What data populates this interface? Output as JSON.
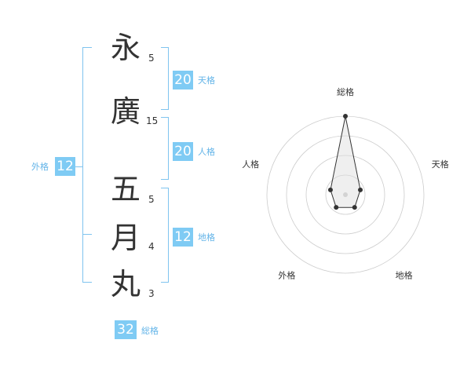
{
  "characters": [
    {
      "char": "永",
      "strokes": "5"
    },
    {
      "char": "廣",
      "strokes": "15"
    },
    {
      "char": "五",
      "strokes": "5"
    },
    {
      "char": "月",
      "strokes": "4"
    },
    {
      "char": "丸",
      "strokes": "3"
    }
  ],
  "kaku": {
    "tenkaku": {
      "label": "天格",
      "value": "20"
    },
    "jinkaku": {
      "label": "人格",
      "value": "20"
    },
    "chikaku": {
      "label": "地格",
      "value": "12"
    },
    "gaikaku": {
      "label": "外格",
      "value": "12"
    },
    "soukaku": {
      "label": "総格",
      "value": "32"
    }
  },
  "colors": {
    "accent": "#7fcbf4",
    "accent_text": "#63b4e8",
    "bracket": "#7fc4ef"
  },
  "chart_data": {
    "type": "radar",
    "axes": [
      "総格",
      "天格",
      "地格",
      "外格",
      "人格"
    ],
    "values": [
      5,
      1,
      1,
      1,
      1
    ],
    "rmax": 5,
    "rings": 4,
    "grid": true
  }
}
